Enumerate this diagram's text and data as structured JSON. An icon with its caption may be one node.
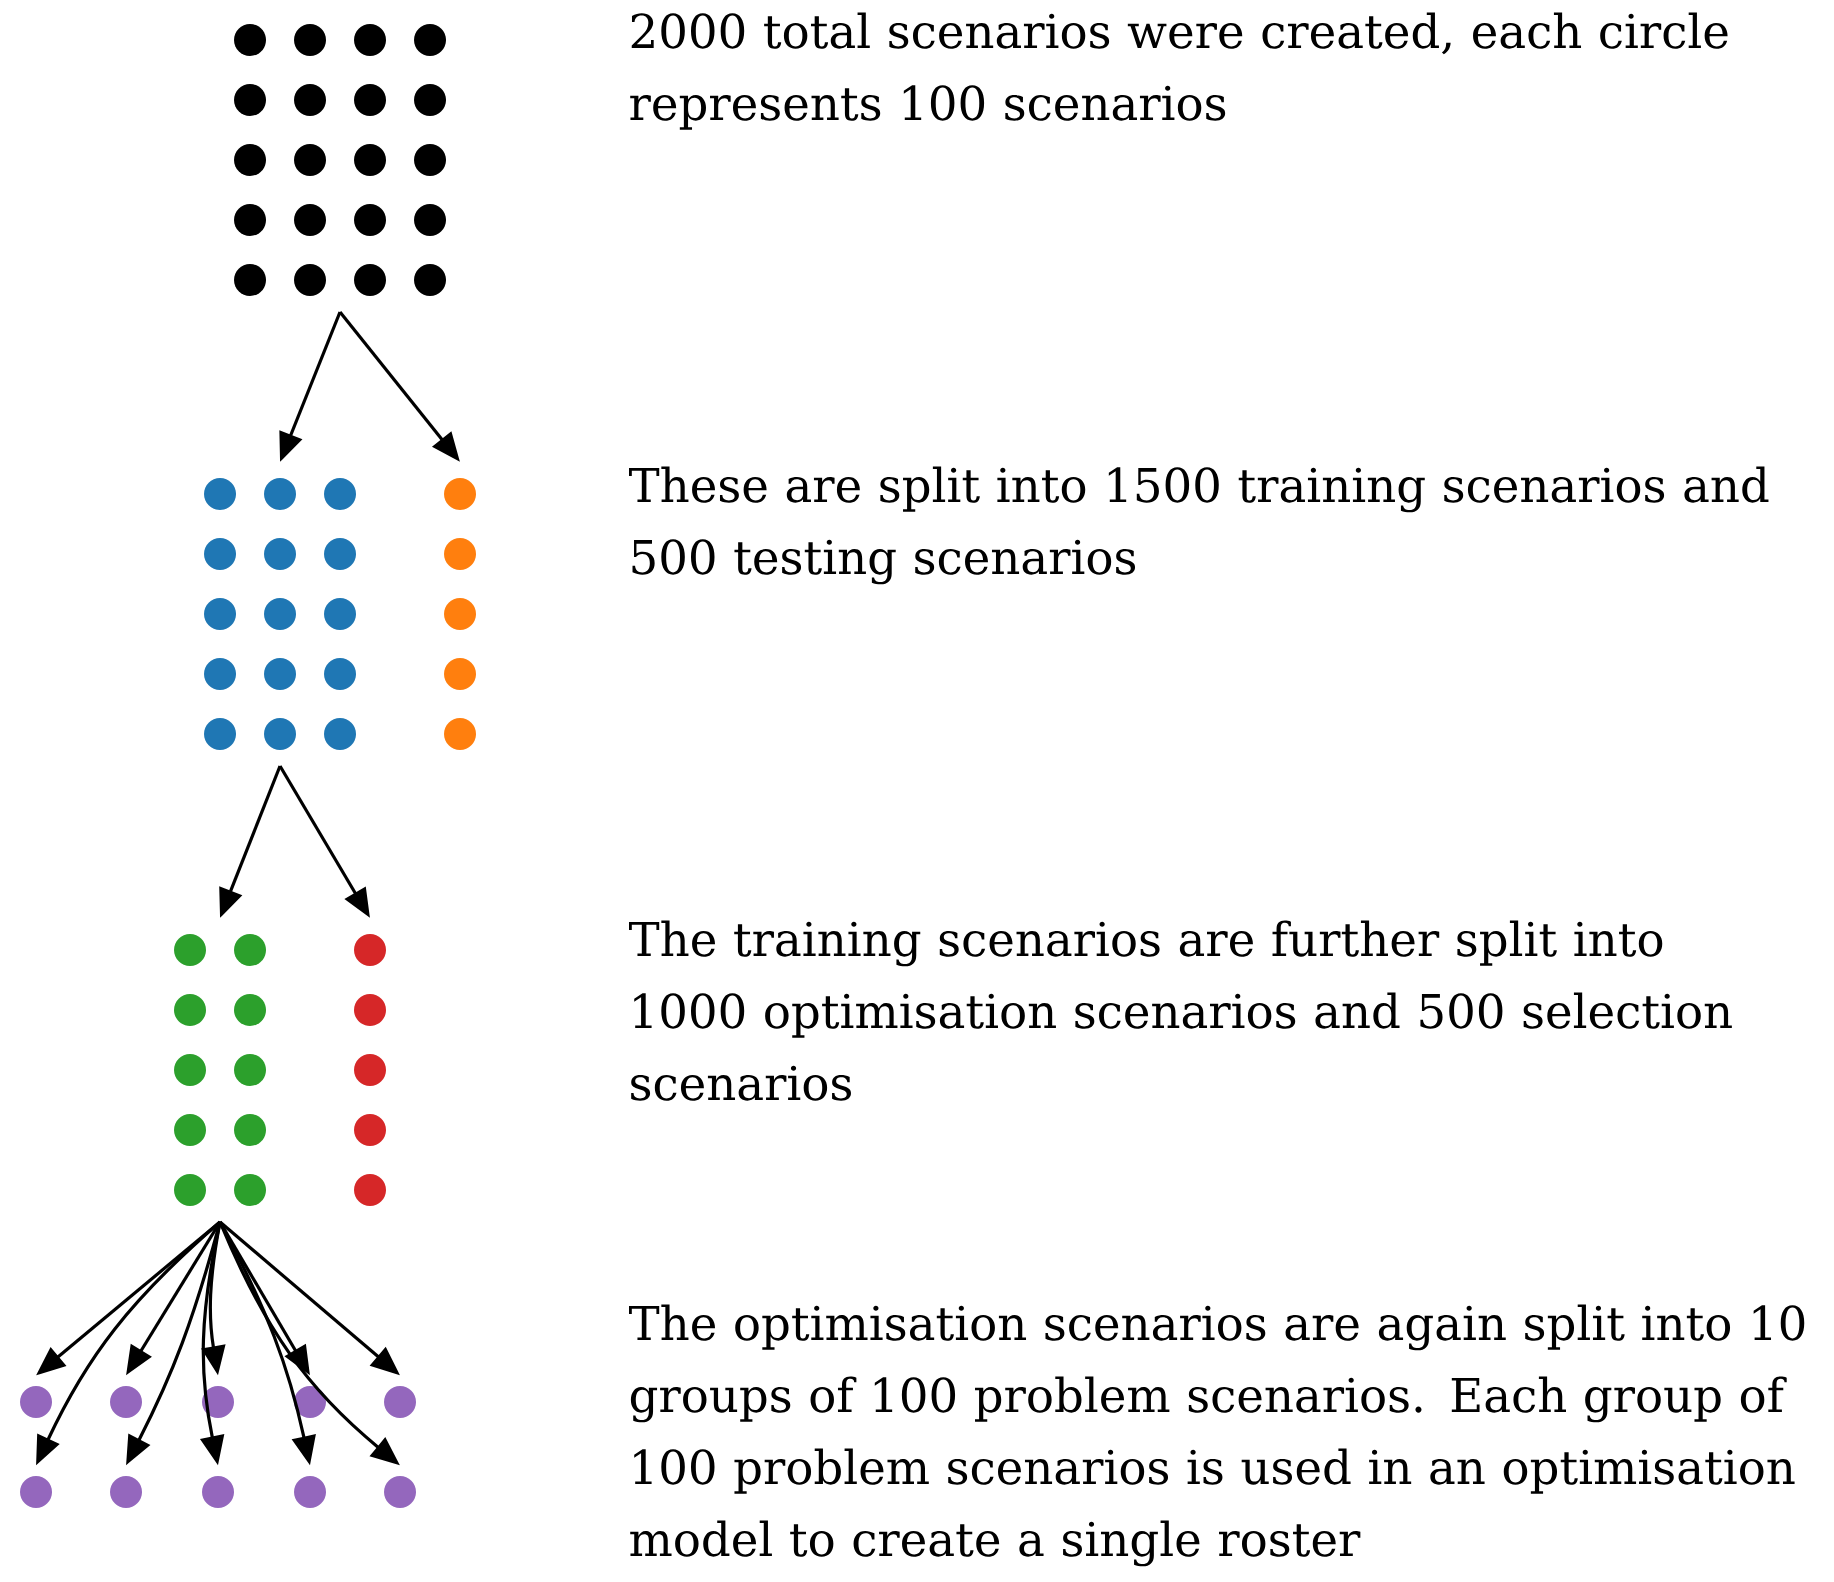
{
  "diagram": {
    "nodes": [
      {
        "text": [],
        "shape": "dots"
      },
      {
        "text": [],
        "shape": "dots"
      },
      {
        "text": [],
        "shape": "dots"
      },
      {
        "text": [],
        "shape": "dots"
      },
      {
        "text": [],
        "shape": "dots"
      },
      {
        "text": [],
        "shape": "circle"
      },
      {
        "text": [],
        "shape": "circle"
      },
      {
        "text": [],
        "shape": "circle"
      },
      {
        "text": [],
        "shape": "circle"
      },
      {
        "text": [],
        "shape": "circle"
      },
      {
        "text": [],
        "shape": "circle"
      },
      {
        "text": [],
        "shape": "circle"
      },
      {
        "text": [],
        "shape": "circle"
      },
      {
        "text": [],
        "shape": "circle"
      },
      {
        "text": [],
        "shape": "circle"
      }
    ],
    "edges": [
      {
        "from": 0,
        "to": 1,
        "arrow": "to"
      },
      {
        "from": 0,
        "to": 2,
        "arrow": "to"
      },
      {
        "from": 1,
        "to": 3,
        "arrow": "to"
      },
      {
        "from": 1,
        "to": 4,
        "arrow": "to"
      },
      {
        "from": 3,
        "to": 5,
        "arrow": "to"
      },
      {
        "from": 3,
        "to": 6,
        "arrow": "to"
      },
      {
        "from": 3,
        "to": 7,
        "arrow": "to"
      },
      {
        "from": 3,
        "to": 8,
        "arrow": "to"
      },
      {
        "from": 3,
        "to": 9,
        "arrow": "to"
      },
      {
        "from": 3,
        "to": 10,
        "arrow": "to"
      },
      {
        "from": 3,
        "to": 11,
        "arrow": "to"
      },
      {
        "from": 3,
        "to": 12,
        "arrow": "to"
      },
      {
        "from": 3,
        "to": 13,
        "arrow": "to"
      },
      {
        "from": 3,
        "to": 14,
        "arrow": "to"
      }
    ],
    "labels": [
      "2000 total scenarios were created, each circle represents 100 scenarios",
      "These are split into 1500 training scenarios and 500 testing scenarios",
      "The training scenarios are further split into 1000 optimisation scenarios and 500 selection scenarios",
      "The optimisation scenarios are again split into 10 groups of 100 problem scenarios. Each group of 100 problem scenarios is used in an optimisation model to create a single roster"
    ]
  }
}
